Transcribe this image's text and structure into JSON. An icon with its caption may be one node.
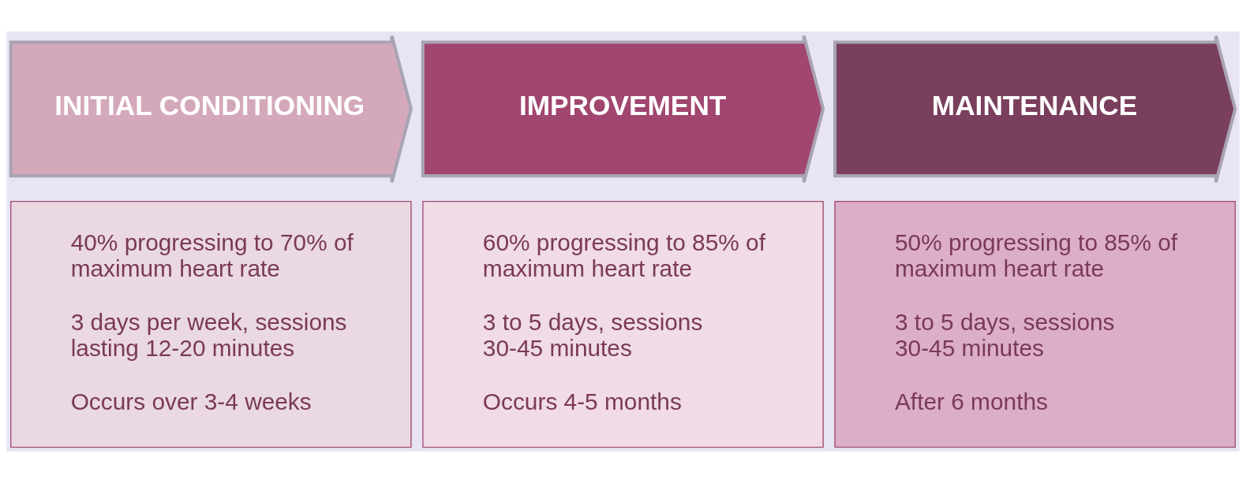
{
  "diagram": {
    "nodes": [
      {
        "text": [
          "INITIAL CONDITIONING"
        ]
      },
      {
        "text": [
          "IMPROVEMENT"
        ]
      },
      {
        "text": [
          "MAINTENANCE"
        ]
      },
      {
        "text": [
          "40% progressing to 70% of maximum heart rate",
          "3 days per week, sessions lasting 12-20 minutes",
          "Occurs over 3-4 weeks"
        ]
      },
      {
        "text": [
          "60% progressing to 85% of maximum heart rate",
          "3 to 5 days, sessions 30-45 minutes",
          "Occurs 4-5 months"
        ]
      },
      {
        "text": [
          "50% progressing to 85% of maximum heart rate",
          "3 to 5 days, sessions 30-45 minutes",
          "After 6 months"
        ]
      }
    ]
  }
}
